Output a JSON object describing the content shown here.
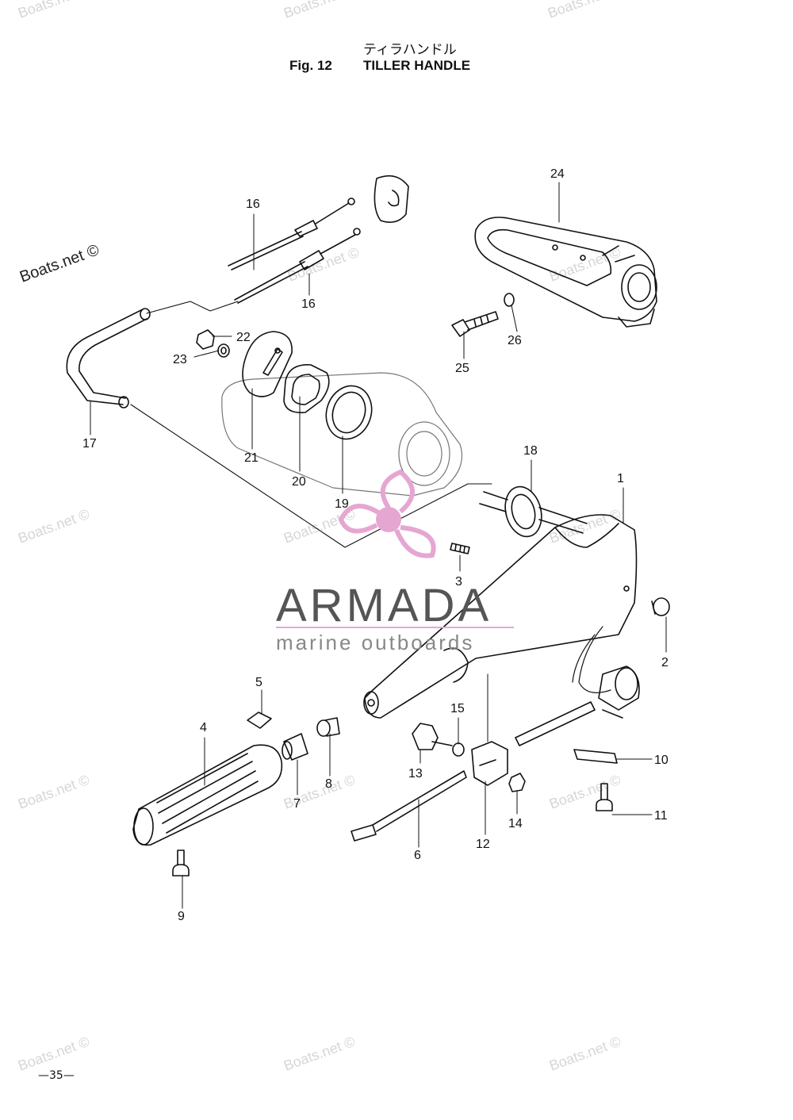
{
  "header": {
    "title_jp": "ティラハンドル",
    "fig_label": "Fig. 12",
    "title_en": "TILLER HANDLE"
  },
  "page_number": "—35—",
  "watermarks": {
    "text": "Boats.net ©"
  },
  "brand": {
    "name": "ARMADA",
    "tagline": "marine outboards",
    "accent_color": "#e6a6d2"
  },
  "callouts": {
    "c1": "1",
    "c2": "2",
    "c3": "3",
    "c4": "4",
    "c5": "5",
    "c6": "6",
    "c7": "7",
    "c8": "8",
    "c9": "9",
    "c10": "10",
    "c11": "11",
    "c12": "12",
    "c13": "13",
    "c14": "14",
    "c15": "15",
    "c16a": "16",
    "c16b": "16",
    "c17": "17",
    "c18": "18",
    "c19": "19",
    "c20": "20",
    "c21": "21",
    "c22": "22",
    "c23": "23",
    "c24": "24",
    "c25": "25",
    "c26": "26"
  }
}
